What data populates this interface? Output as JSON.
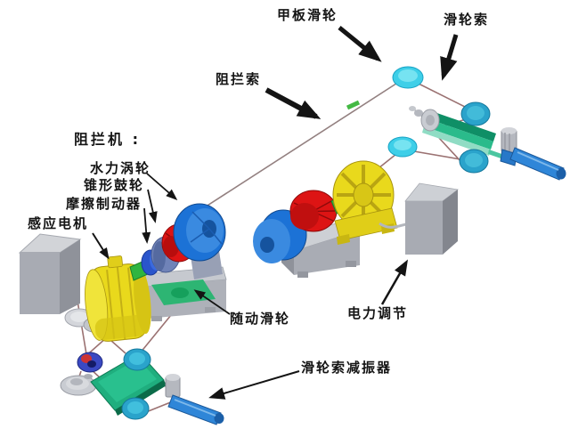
{
  "diagram": {
    "subject": "arresting-gear-system-diagram",
    "labels": {
      "deck_pulley": "甲板滑轮",
      "pulley_cable": "滑轮索",
      "arresting_cable": "阻拦索",
      "arresting_machine": "阻拦机 :",
      "water_turbine": "水力涡轮",
      "conical_drum": "锥形鼓轮",
      "friction_brake": "摩擦制动器",
      "induction_motor": "感应电机",
      "follower_pulley": "随动滑轮",
      "power_regulation": "电力调节",
      "cable_damper": "滑轮索减振器"
    }
  },
  "colors": {
    "background": "#ffffff",
    "ink": "#141414",
    "cable_brown": "#9b7272",
    "pulley_cyan": "#3ecfe8",
    "pulley_teal": "#2aa3cb",
    "drum_blue": "#1c72d6",
    "drum_red": "#dd1414",
    "machine_yellow": "#e9d91c",
    "base_green": "#2db573",
    "plate_teal": "#1fae7e",
    "rod_blue": "#2f86d8",
    "cabinet_gray": "#a8abb3"
  }
}
